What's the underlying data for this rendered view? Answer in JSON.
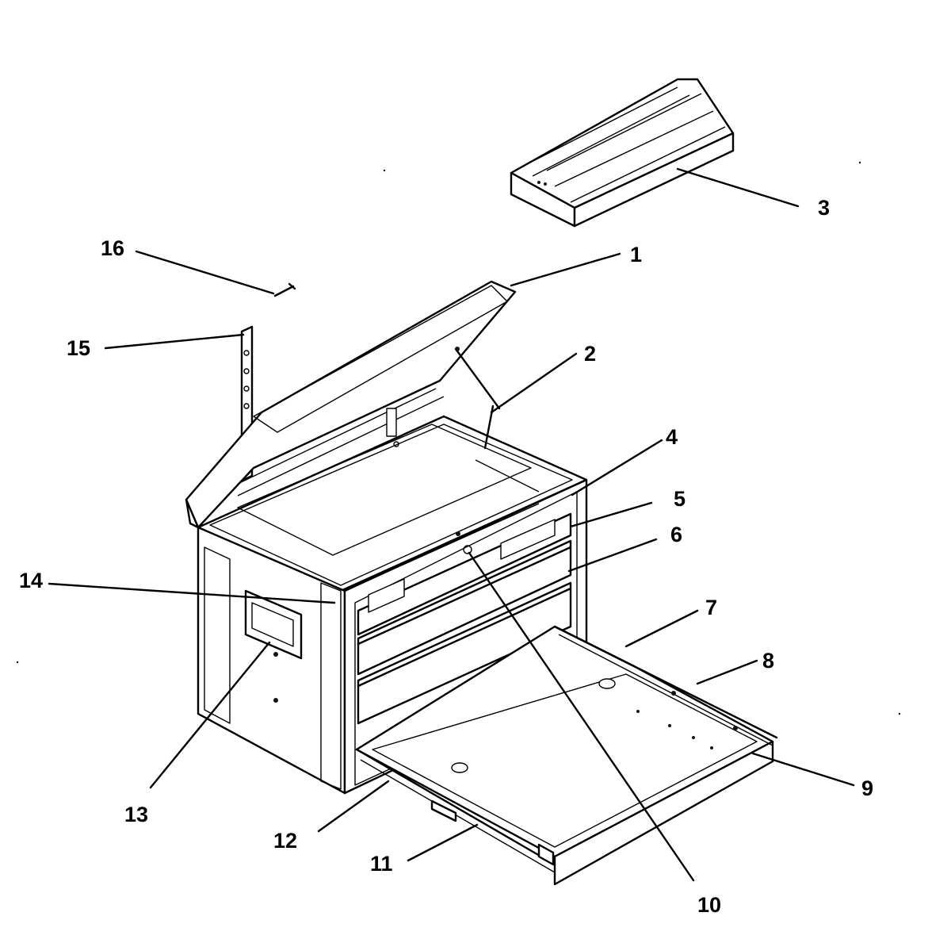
{
  "diagram": {
    "callouts": [
      {
        "id": "1",
        "text": "1"
      },
      {
        "id": "2",
        "text": "2"
      },
      {
        "id": "3",
        "text": "3"
      },
      {
        "id": "4",
        "text": "4"
      },
      {
        "id": "5",
        "text": "5"
      },
      {
        "id": "6",
        "text": "6"
      },
      {
        "id": "7",
        "text": "7"
      },
      {
        "id": "8",
        "text": "8"
      },
      {
        "id": "9",
        "text": "9"
      },
      {
        "id": "10",
        "text": "10"
      },
      {
        "id": "11",
        "text": "11"
      },
      {
        "id": "12",
        "text": "12"
      },
      {
        "id": "13",
        "text": "13"
      },
      {
        "id": "14",
        "text": "14"
      },
      {
        "id": "15",
        "text": "15"
      },
      {
        "id": "16",
        "text": "16"
      }
    ]
  }
}
